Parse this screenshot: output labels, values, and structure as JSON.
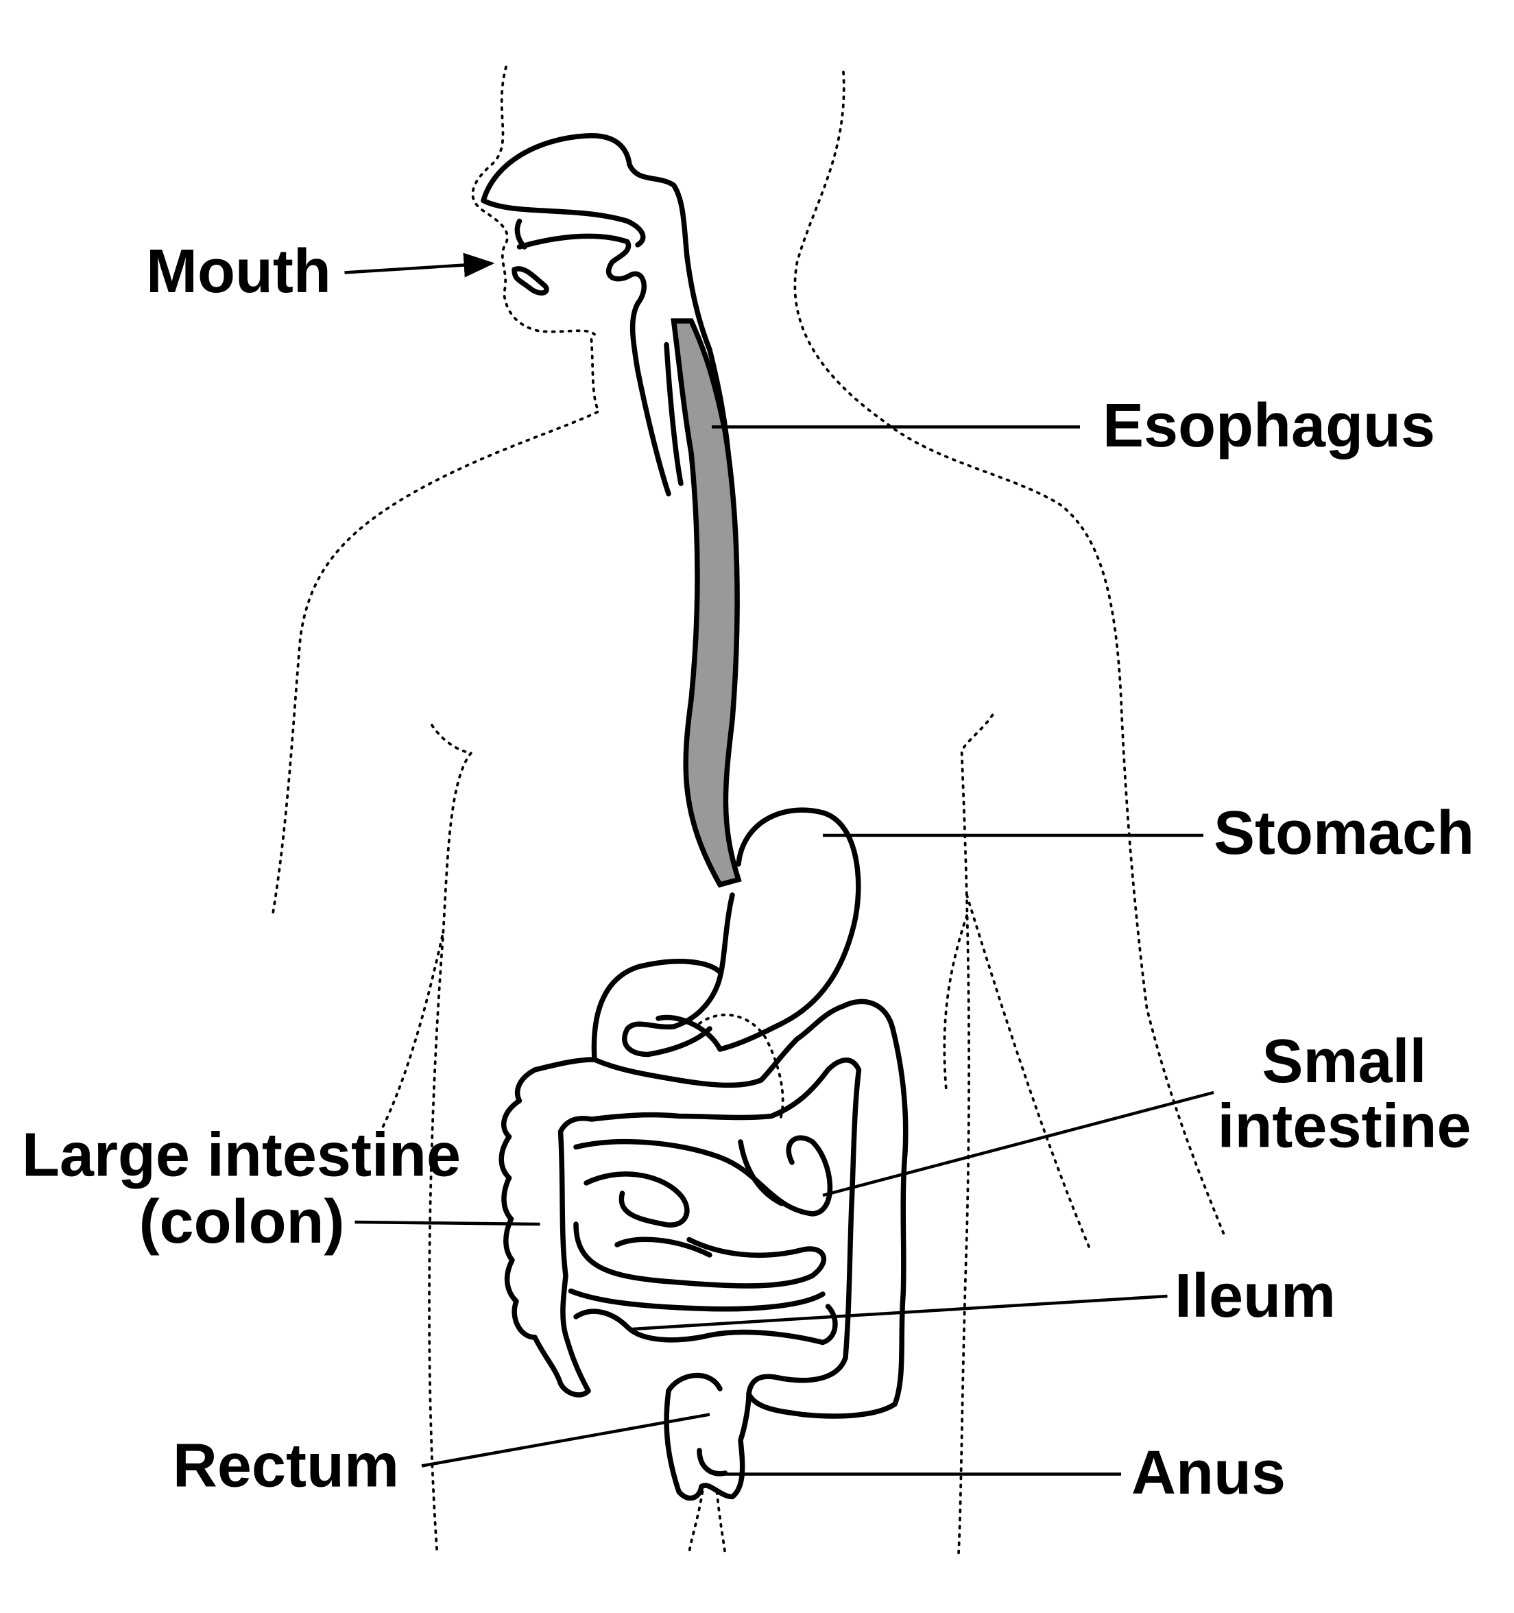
{
  "diagram": {
    "labels": {
      "mouth": "Mouth",
      "esophagus": "Esophagus",
      "stomach": "Stomach",
      "small_intestine_line1": "Small",
      "small_intestine_line2": "intestine",
      "large_intestine_line1": "Large intestine",
      "large_intestine_line2": "(colon)",
      "ileum": "Ileum",
      "rectum": "Rectum",
      "anus": "Anus"
    },
    "colors": {
      "esophagus_fill": "#999999",
      "outline": "#000000"
    }
  }
}
